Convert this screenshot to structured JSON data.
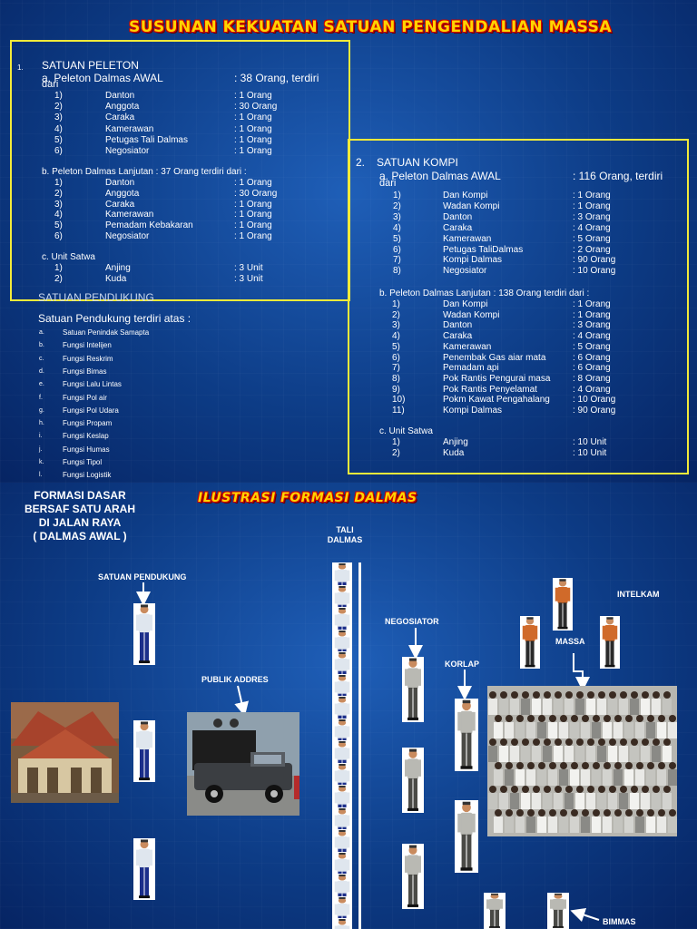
{
  "slide1": {
    "title": "SUSUNAN KEKUATAN SATUAN PENGENDALIAN MASSA",
    "peleton": {
      "num": "1.",
      "heading": "SATUAN PELETON",
      "a_title": "a. Peleton Dalmas AWAL",
      "a_count": ": 38 Orang, terdiri",
      "a_cont": "dari",
      "a_items": [
        {
          "n": "1)",
          "name": "Danton",
          "val": ":   1 Orang"
        },
        {
          "n": "2)",
          "name": "Anggota",
          "val": ": 30 Orang"
        },
        {
          "n": "3)",
          "name": "Caraka",
          "val": ":   1 Orang"
        },
        {
          "n": "4)",
          "name": "Kamerawan",
          "val": ":   1 Orang"
        },
        {
          "n": "5)",
          "name": "Petugas Tali Dalmas",
          "val": ":   1 Orang"
        },
        {
          "n": "6)",
          "name": "Negosiator",
          "val": ":   1 Orang"
        }
      ],
      "b_title": "b. Peleton Dalmas Lanjutan  : 37 Orang terdiri dari :",
      "b_items": [
        {
          "n": "1)",
          "name": "Danton",
          "val": ":   1 Orang"
        },
        {
          "n": "2)",
          "name": "Anggota",
          "val": ": 30 Orang"
        },
        {
          "n": "3)",
          "name": "Caraka",
          "val": ":   1 Orang"
        },
        {
          "n": "4)",
          "name": "Kamerawan",
          "val": ":   1 Orang"
        },
        {
          "n": "5)",
          "name": "Pemadam Kebakaran",
          "val": ":   1 Orang"
        },
        {
          "n": "6)",
          "name": "Negosiator",
          "val": ":   1 Orang"
        }
      ],
      "c_title": "c. Unit Satwa",
      "c_items": [
        {
          "n": "1)",
          "name": "Anjing",
          "val": ":  3  Unit"
        },
        {
          "n": "2)",
          "name": "Kuda",
          "val": ":  3  Unit"
        }
      ]
    },
    "pendukung": {
      "heading": "SATUAN PENDUKUNG",
      "subtitle": "Satuan Pendukung terdiri atas :",
      "items": [
        {
          "m": "a.",
          "label": "Satuan Penindak Samapta"
        },
        {
          "m": "b.",
          "label": "Fungsi Intelijen"
        },
        {
          "m": "c.",
          "label": "Fungsi Reskrim"
        },
        {
          "m": "d.",
          "label": "Fungsi Bimas"
        },
        {
          "m": "e.",
          "label": "Fungsi Lalu Lintas"
        },
        {
          "m": "f.",
          "label": "Fungsi Pol air"
        },
        {
          "m": "g.",
          "label": "Fungsi Pol Udara"
        },
        {
          "m": "h.",
          "label": "Fungsi Propam"
        },
        {
          "m": "i.",
          "label": "Fungsi Keslap"
        },
        {
          "m": "j.",
          "label": "Fungsi Humas"
        },
        {
          "m": "k.",
          "label": "Fungsi Tipol"
        },
        {
          "m": "l.",
          "label": "Fungsi Logistik"
        }
      ]
    },
    "kompi": {
      "num": "2.",
      "heading": "SATUAN KOMPI",
      "a_title": "a. Peleton Dalmas AWAL",
      "a_count": ": 116 Orang, terdiri",
      "a_cont": "dari",
      "a_items": [
        {
          "n": "1)",
          "name": "Dan Kompi",
          "val": ":   1 Orang"
        },
        {
          "n": "2)",
          "name": "Wadan Kompi",
          "val": ":   1 Orang"
        },
        {
          "n": "3)",
          "name": "Danton",
          "val": ":   3 Orang"
        },
        {
          "n": "4)",
          "name": "Caraka",
          "val": ":   4 Orang"
        },
        {
          "n": "5)",
          "name": "Kamerawan",
          "val": ":   5 Orang"
        },
        {
          "n": "6)",
          "name": "Petugas TaliDalmas",
          "val": ":   2 Orang"
        },
        {
          "n": "7)",
          "name": "Kompi Dalmas",
          "val": ":  90 Orang"
        },
        {
          "n": "8)",
          "name": "Negosiator",
          "val": ":  10 Orang"
        }
      ],
      "b_title": "b. Peleton Dalmas Lanjutan  : 138 Orang terdiri dari :",
      "b_items": [
        {
          "n": "1)",
          "name": "Dan Kompi",
          "val": ":   1 Orang"
        },
        {
          "n": "2)",
          "name": "Wadan Kompi",
          "val": ":   1 Orang"
        },
        {
          "n": "3)",
          "name": "Danton",
          "val": ":   3 Orang"
        },
        {
          "n": "4)",
          "name": "Caraka",
          "val": ":   4 Orang"
        },
        {
          "n": "5)",
          "name": "Kamerawan",
          "val": ":   5 Orang"
        },
        {
          "n": "6)",
          "name": "Penembak Gas aiar mata",
          "val": ":   6 Orang"
        },
        {
          "n": "7)",
          "name": "Pemadam api",
          "val": ":   6 Orang"
        },
        {
          "n": "8)",
          "name": "Pok Rantis Pengurai masa",
          "val": ":   8 Orang"
        },
        {
          "n": "9)",
          "name": "Pok Rantis Penyelamat",
          "val": ":   4 Orang"
        },
        {
          "n": "10)",
          "name": "Pokm Kawat Pengahalang",
          "val": ":  10 Orang"
        },
        {
          "n": "11)",
          "name": "Kompi Dalmas",
          "val": ":  90 Orang"
        }
      ],
      "c_title": "c. Unit Satwa",
      "c_items": [
        {
          "n": "1)",
          "name": "Anjing",
          "val": ":  10  Unit"
        },
        {
          "n": "2)",
          "name": "Kuda",
          "val": ":  10  Unit"
        }
      ]
    }
  },
  "slide2": {
    "title": "ILUSTRASI FORMASI DALMAS",
    "formasi": "FORMASI DASAR BERSAF SATU ARAH DI JALAN RAYA ( DALMAS AWAL )",
    "formasi_lines": [
      "FORMASI DASAR",
      "BERSAF SATU ARAH",
      "DI JALAN RAYA",
      "( DALMAS AWAL )"
    ],
    "tali_lines": [
      "TALI",
      "DALMAS"
    ],
    "satuan_pendukung": "SATUAN PENDUKUNG",
    "publik_addres": "PUBLIK ADDRES",
    "negosiator": "NEGOSIATOR",
    "korlap": "KORLAP",
    "intelkam": "INTELKAM",
    "massa": "MASSA",
    "bimmas": "BIMMAS"
  }
}
